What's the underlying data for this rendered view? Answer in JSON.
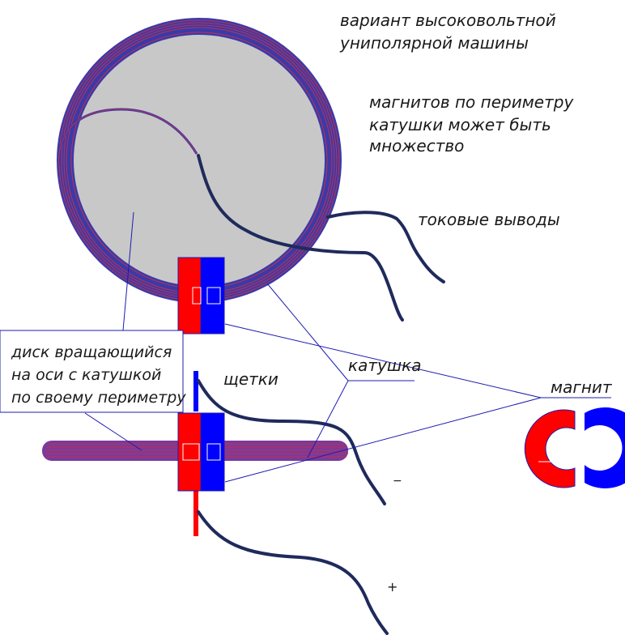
{
  "labels": {
    "title_line1": "вариант высоковольтной",
    "title_line2": "униполярной машины",
    "magnets_line1": "магнитов по периметру",
    "magnets_line2": "катушки может быть",
    "magnets_line3": "множество",
    "current_leads": "токовые выводы",
    "disk_line1": "диск вращающийся",
    "disk_line2": "на оси с катушкой",
    "disk_line3": "по своему периметру",
    "brushes": "щетки",
    "coil": "катушка",
    "magnet": "магнит",
    "minus": "−",
    "plus": "+"
  },
  "colors": {
    "disk_fill": "#c8c8c8",
    "coil_blue": "#3a3aa8",
    "coil_red": "#c03050",
    "magnet_red": "#ff0000",
    "magnet_blue": "#0000ff",
    "lead_wire": "#1f2a5c",
    "leader_line": "#1c1cb0"
  }
}
